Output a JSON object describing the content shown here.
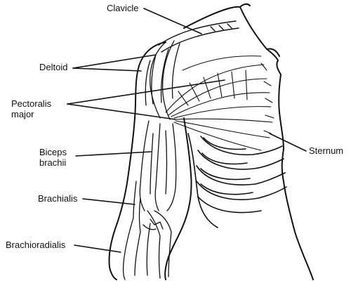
{
  "labels": {
    "clavicle": "Clavicle",
    "deltoid": "Deltoid",
    "pectoralis_line1": "Pectoralis",
    "pectoralis_line2": "major",
    "biceps_line1": "Biceps",
    "biceps_line2": "brachii",
    "brachialis": "Brachialis",
    "brachioradialis": "Brachioradialis",
    "sternum": "Sternum"
  },
  "colors": {
    "ink": "#111111",
    "background": "#ffffff"
  }
}
